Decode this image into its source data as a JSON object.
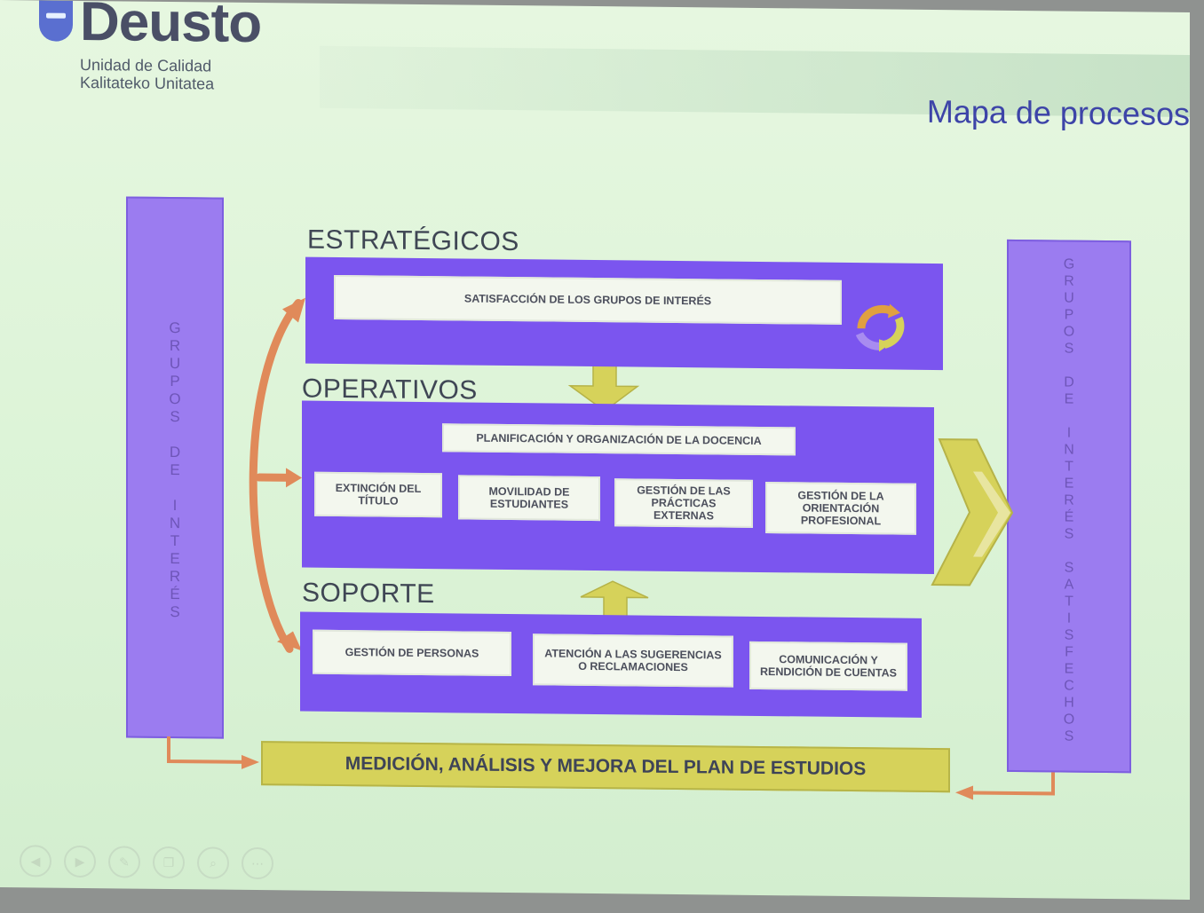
{
  "brand": {
    "name": "Deusto",
    "unit_es": "Unidad de Calidad",
    "unit_eu": "Kalitateko Unitatea"
  },
  "page_title": "Mapa de procesos",
  "left_column": {
    "text": "G\nR\nU\nP\nO\nS\n\nD\nE\n\nI\nN\nT\nE\nR\nÉ\nS"
  },
  "right_column": {
    "text": "G\nR\nU\nP\nO\nS\n\nD\nE\n\nI\nN\nT\nE\nR\nÉ\nS\n\nS\nA\nT\nI\nS\nF\nE\nC\nH\nO\nS"
  },
  "sections": {
    "estrategicos": {
      "title": "ESTRATÉGICOS",
      "items": [
        "SATISFACCIÓN DE LOS GRUPOS DE INTERÉS"
      ]
    },
    "operativos": {
      "title": "OPERATIVOS",
      "header_item": "PLANIFICACIÓN Y ORGANIZACIÓN DE LA DOCENCIA",
      "items": [
        "EXTINCIÓN DEL TÍTULO",
        "MOVILIDAD DE ESTUDIANTES",
        "GESTIÓN DE LAS PRÁCTICAS EXTERNAS",
        "GESTIÓN DE LA ORIENTACIÓN PROFESIONAL"
      ]
    },
    "soporte": {
      "title": "SOPORTE",
      "items": [
        "GESTIÓN DE PERSONAS",
        "ATENCIÓN A LAS SUGERENCIAS O RECLAMACIONES",
        "COMUNICACIÓN Y RENDICIÓN DE CUENTAS"
      ]
    }
  },
  "bottom_bar": "MEDICIÓN, ANÁLISIS Y MEJORA DEL PLAN DE ESTUDIOS",
  "controls": [
    "prev-icon",
    "next-icon",
    "pen-icon",
    "copy-icon",
    "zoom-icon",
    "more-icon"
  ],
  "colors": {
    "band": "#7b55ef",
    "column": "#9b7cf0",
    "accent_yellow": "#d6d25a",
    "arrow_orange": "#e08a5a",
    "title_blue": "#3d44a8"
  }
}
